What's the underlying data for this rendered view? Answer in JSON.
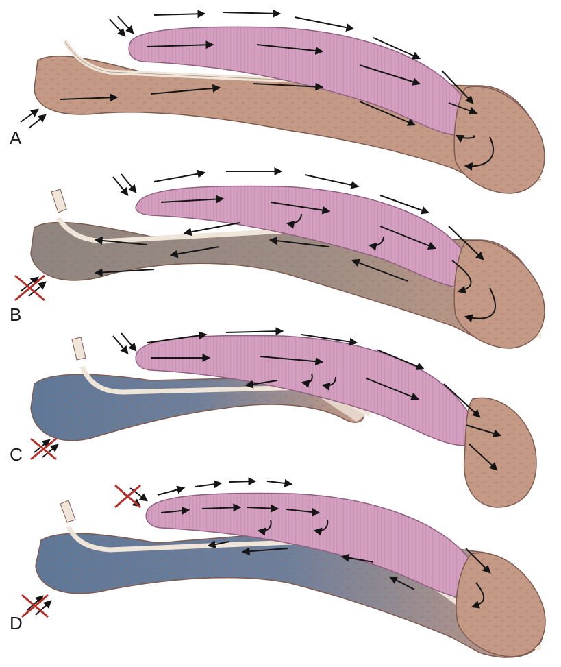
{
  "figure": {
    "panels": [
      {
        "label": "A",
        "inflow_blocked": false,
        "shunt_blocked": false,
        "spongy_tip": "normal",
        "stump_color": "brown"
      },
      {
        "label": "B",
        "inflow_blocked": true,
        "shunt_blocked": false,
        "spongy_tip": "truncated",
        "stump_color": "grey"
      },
      {
        "label": "C",
        "inflow_blocked": true,
        "shunt_blocked": false,
        "spongy_tip": "split",
        "stump_color": "blue"
      },
      {
        "label": "D",
        "inflow_blocked": true,
        "shunt_blocked": true,
        "spongy_tip": "truncated",
        "stump_color": "blue"
      }
    ],
    "colors": {
      "cavernosum": "#d4a0c0",
      "cavernosum_texture": "#b87fa4",
      "spongiosum": "#c49a86",
      "spongiosum_texture": "#8f6656",
      "urethra": "#efe5d9",
      "outline": "#7d5a4f",
      "arrow": "#151515",
      "block_cross": "#b3302a",
      "ischemic_grey": "#8f8580",
      "ischemic_blue": "#5f7898"
    },
    "icons": [
      "flow-arrow",
      "blocked-flow-cross-icon"
    ]
  }
}
